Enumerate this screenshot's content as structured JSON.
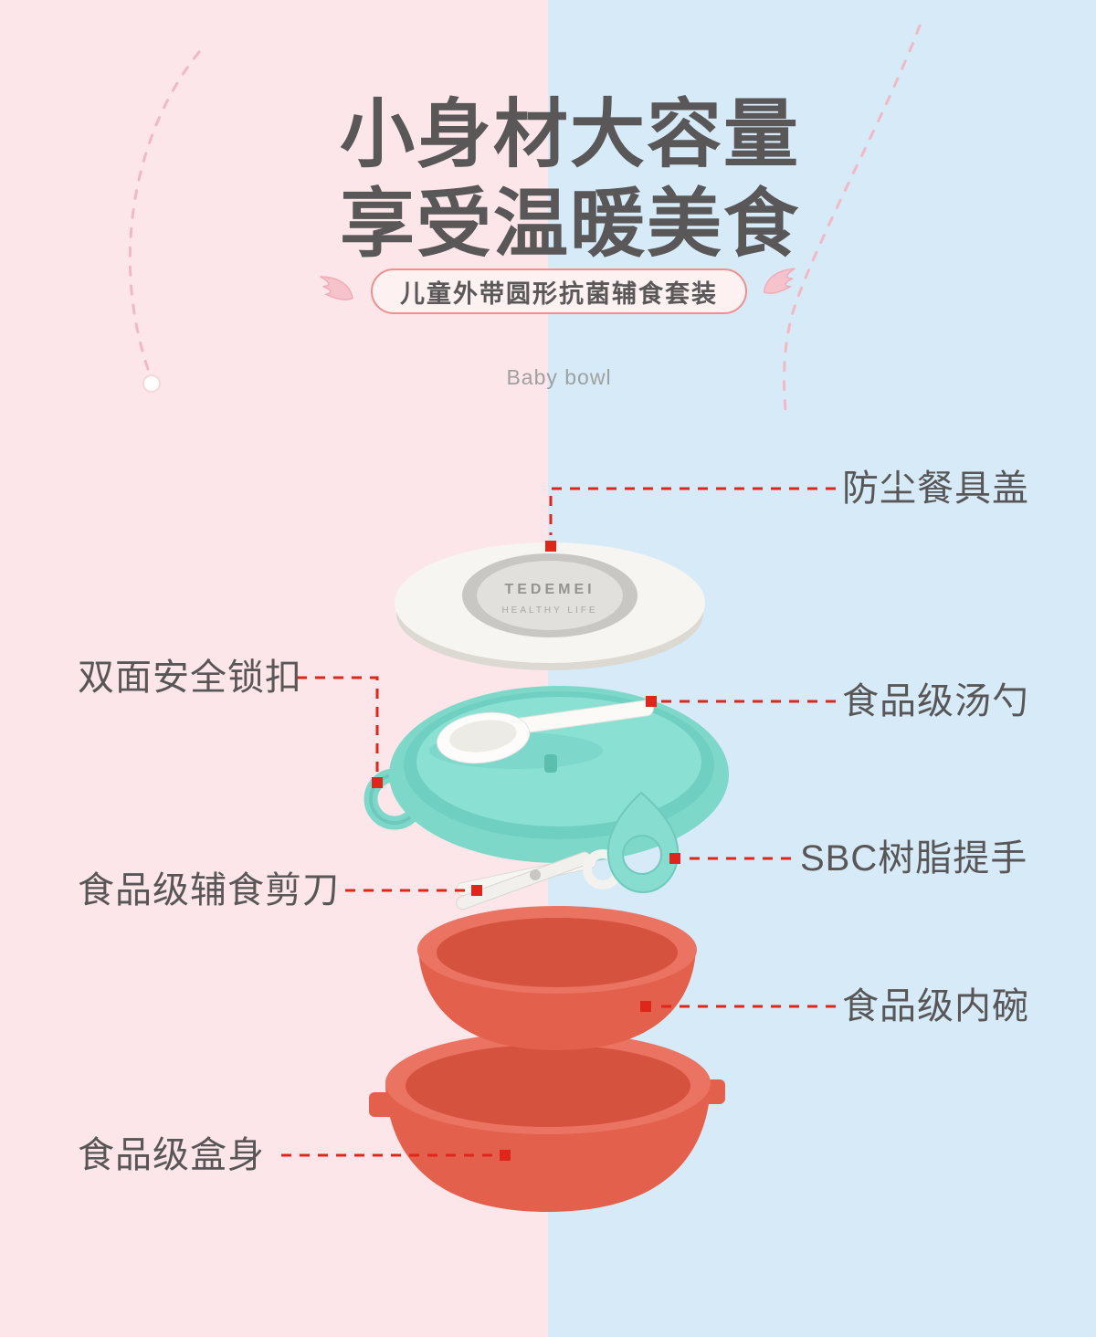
{
  "colors": {
    "bg_left_pink": "#fce6e9",
    "bg_right_blue": "#d6eaf7",
    "accent_red": "#e0251b",
    "teal": "#7ed8ca",
    "coral": "#e2604c",
    "title_gray": "#595757"
  },
  "header": {
    "title_line1": "小身材大容量",
    "title_line2": "享受温暖美食",
    "banner_label": "儿童外带圆形抗菌辅食套装",
    "subtitle": "Baby bowl"
  },
  "product": {
    "logo_top": "TEDEMEI",
    "logo_bottom": "HEALTHY LIFE"
  },
  "callouts": [
    {
      "id": "dust-cover-lid",
      "label": "防尘餐具盖",
      "side": "right"
    },
    {
      "id": "safety-lock",
      "label": "双面安全锁扣",
      "side": "left"
    },
    {
      "id": "food-grade-spoon",
      "label": "食品级汤勺",
      "side": "right"
    },
    {
      "id": "sbc-handle",
      "label": "SBC树脂提手",
      "side": "right"
    },
    {
      "id": "food-scissors",
      "label": "食品级辅食剪刀",
      "side": "left"
    },
    {
      "id": "inner-bowl",
      "label": "食品级内碗",
      "side": "right"
    },
    {
      "id": "box-body",
      "label": "食品级盒身",
      "side": "left"
    }
  ]
}
